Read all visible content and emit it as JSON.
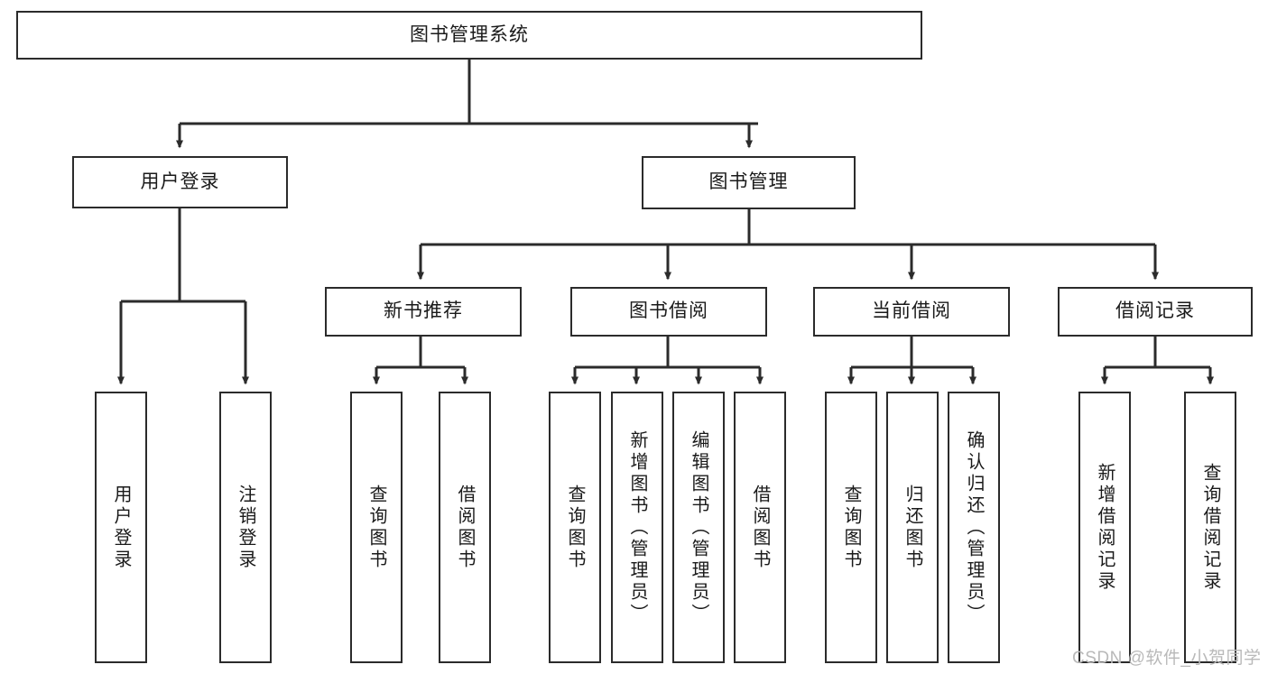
{
  "diagram": {
    "title": "图书管理系统",
    "type": "tree-hierarchy",
    "root": {
      "id": "root",
      "label": "图书管理系统"
    },
    "level2": [
      {
        "id": "user-login",
        "label": "用户登录"
      },
      {
        "id": "book-manage",
        "label": "图书管理"
      }
    ],
    "level3": [
      {
        "id": "new-book-recommend",
        "label": "新书推荐",
        "parent": "book-manage"
      },
      {
        "id": "book-borrow",
        "label": "图书借阅",
        "parent": "book-manage"
      },
      {
        "id": "current-borrow",
        "label": "当前借阅",
        "parent": "book-manage"
      },
      {
        "id": "borrow-record",
        "label": "借阅记录",
        "parent": "book-manage"
      }
    ],
    "leaves": [
      {
        "id": "leaf-user-login",
        "label": "用户登录",
        "parent": "user-login"
      },
      {
        "id": "leaf-user-logout",
        "label": "注销登录",
        "parent": "user-login"
      },
      {
        "id": "leaf-query-book-1",
        "label": "查询图书",
        "parent": "new-book-recommend"
      },
      {
        "id": "leaf-borrow-book-1",
        "label": "借阅图书",
        "parent": "new-book-recommend"
      },
      {
        "id": "leaf-query-book-2",
        "label": "查询图书",
        "parent": "book-borrow"
      },
      {
        "id": "leaf-add-book",
        "label": "新增图书（管理员）",
        "parent": "book-borrow"
      },
      {
        "id": "leaf-edit-book",
        "label": "编辑图书（管理员）",
        "parent": "book-borrow"
      },
      {
        "id": "leaf-borrow-book-2",
        "label": "借阅图书",
        "parent": "book-borrow"
      },
      {
        "id": "leaf-query-book-3",
        "label": "查询图书",
        "parent": "current-borrow"
      },
      {
        "id": "leaf-return-book",
        "label": "归还图书",
        "parent": "current-borrow"
      },
      {
        "id": "leaf-confirm-return",
        "label": "确认归还（管理员）",
        "parent": "current-borrow"
      },
      {
        "id": "leaf-add-record",
        "label": "新增借阅记录",
        "parent": "borrow-record"
      },
      {
        "id": "leaf-query-record",
        "label": "查询借阅记录",
        "parent": "borrow-record"
      }
    ]
  },
  "watermark": {
    "text": "CSDN @软件_小贺同学"
  },
  "colors": {
    "stroke": "#2b2b2b",
    "background": "#ffffff",
    "text": "#1a1a1a",
    "watermark": "#b9b9b9"
  }
}
